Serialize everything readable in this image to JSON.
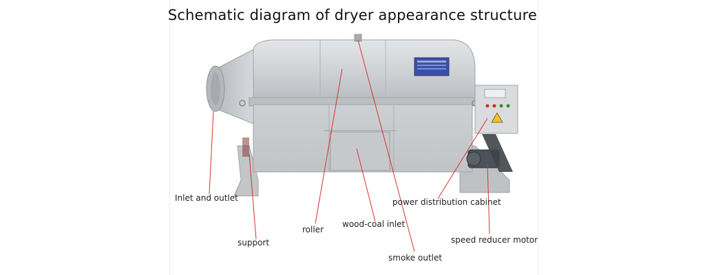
{
  "title": "Schematic diagram of dryer appearance structure",
  "colors": {
    "leader_line": "#d9302c",
    "machine_body": "#c9cccf",
    "machine_shadow": "#9fa3a7",
    "background": "#ffffff"
  },
  "labels": {
    "inlet_outlet": "Inlet and outlet",
    "support": "support",
    "roller": "roller",
    "wood_coal_inlet": "wood-coal inlet",
    "smoke_outlet": "smoke outlet",
    "power_cabinet": "power distribution cabinet",
    "speed_reducer_motor": "speed reducer motor"
  }
}
